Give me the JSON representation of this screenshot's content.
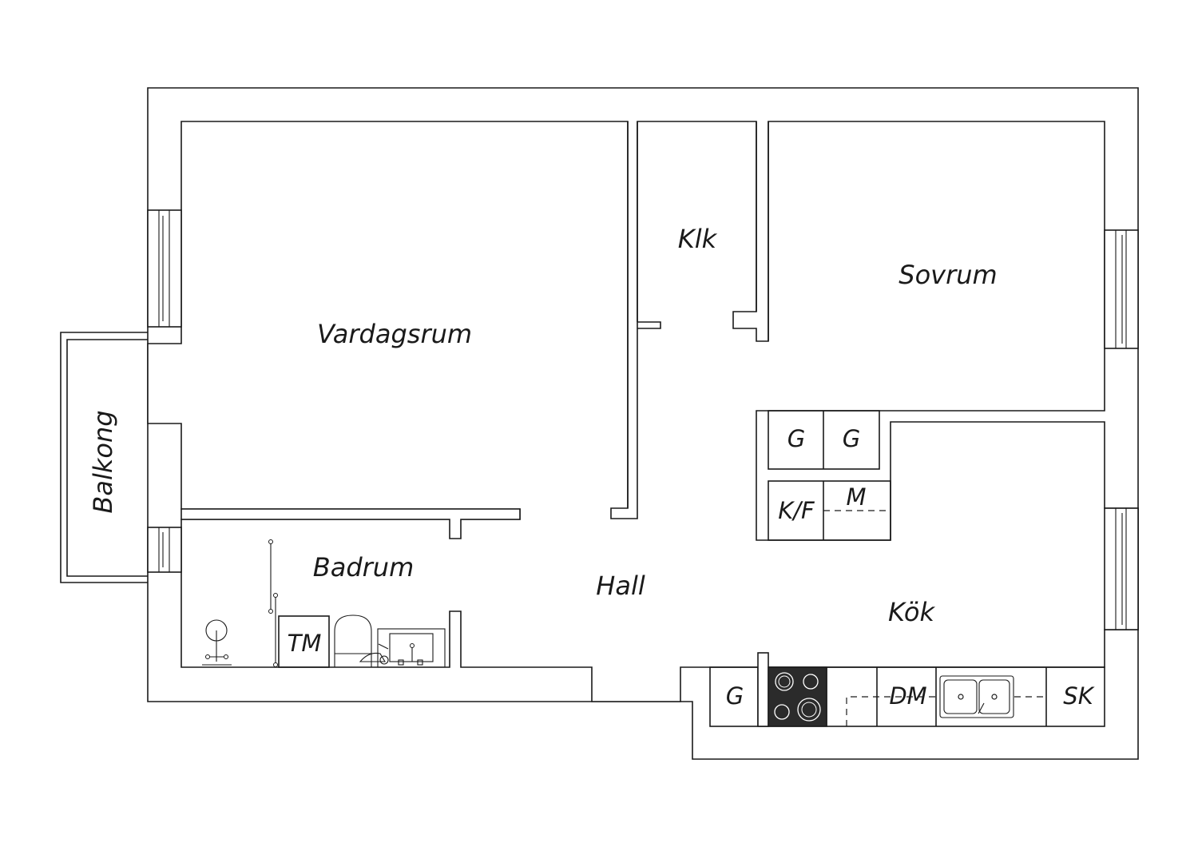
{
  "rooms": {
    "vardagsrum": "Vardagsrum",
    "klk": "Klk",
    "sovrum": "Sovrum",
    "balkong": "Balkong",
    "badrum": "Badrum",
    "hall": "Hall",
    "kok": "Kök"
  },
  "fixtures": {
    "g1": "G",
    "g2": "G",
    "kf": "K/F",
    "m": "M",
    "tm": "TM",
    "g3": "G",
    "dm": "DM",
    "sk": "SK"
  },
  "colors": {
    "line": "#1a1a1a",
    "background": "#ffffff",
    "stove": "#2b2b2b"
  }
}
